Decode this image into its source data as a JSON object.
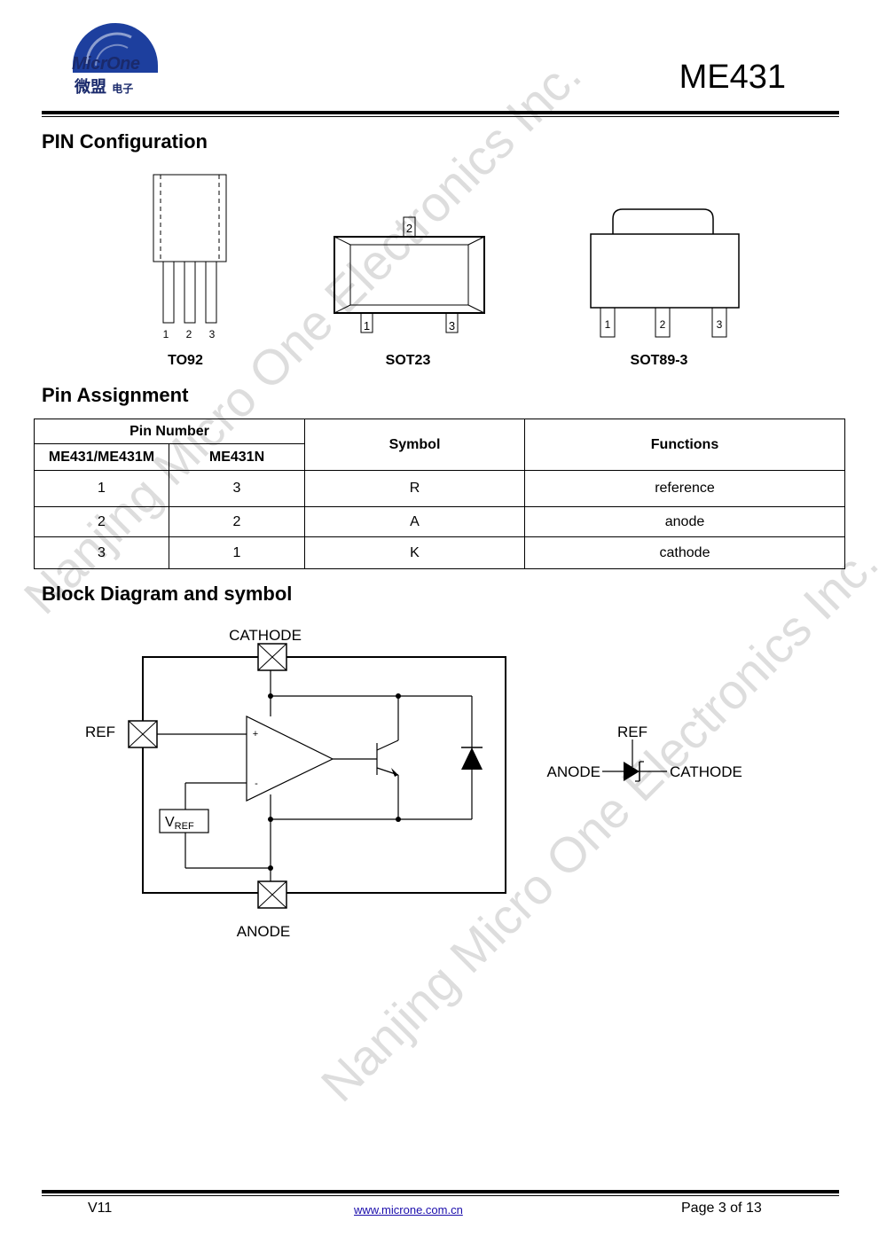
{
  "header": {
    "logo_text": "MicrOne",
    "logo_cn_main": "微盟",
    "logo_cn_sub": "电子",
    "title": "ME431"
  },
  "pin_config": {
    "heading": "PIN Configuration",
    "packages": [
      {
        "name": "TO92",
        "pins": [
          "1",
          "2",
          "3"
        ]
      },
      {
        "name": "SOT23",
        "pins": [
          "2",
          "1",
          "3"
        ]
      },
      {
        "name": "SOT89-3",
        "pins": [
          "1",
          "2",
          "3"
        ]
      }
    ]
  },
  "pin_assignment": {
    "heading": "Pin Assignment",
    "group_header": "Pin Number",
    "col_me431": "ME431/ME431M",
    "col_me431n": "ME431N",
    "col_symbol": "Symbol",
    "col_functions": "Functions",
    "rows": [
      {
        "me431": "1",
        "me431n": "3",
        "symbol": "R",
        "function": "reference"
      },
      {
        "me431": "2",
        "me431n": "2",
        "symbol": "A",
        "function": "anode"
      },
      {
        "me431": "3",
        "me431n": "1",
        "symbol": "K",
        "function": "cathode"
      }
    ]
  },
  "block_diagram": {
    "heading": "Block Diagram and symbol",
    "cathode": "CATHODE",
    "ref": "REF",
    "anode": "ANODE",
    "plus": "+",
    "minus": "-",
    "vref_main": "V",
    "vref_sub": "REF"
  },
  "symbol": {
    "ref": "REF",
    "anode": "ANODE",
    "cathode": "CATHODE"
  },
  "watermark": "Nanjing Micro One Electronics Inc.",
  "footer": {
    "version": "V11",
    "url": "www.microne.com.cn",
    "page": "Page 3 of 13"
  }
}
